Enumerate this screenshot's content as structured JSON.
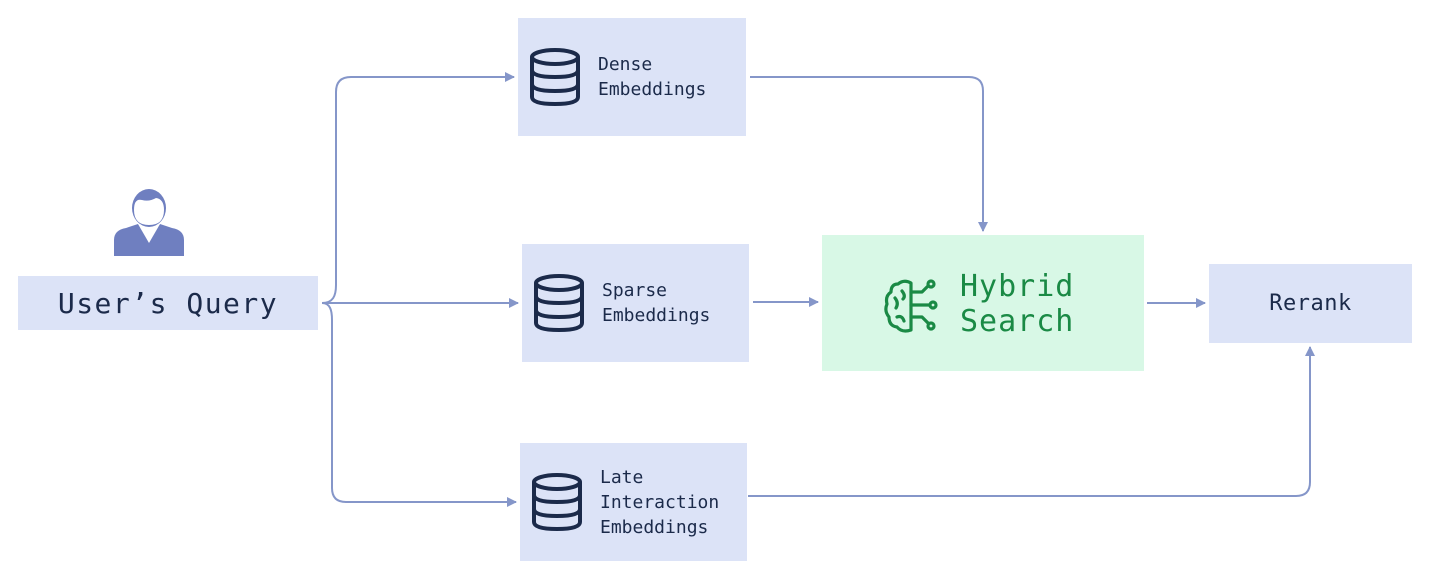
{
  "colors": {
    "box_fill": "#dce3f7",
    "hybrid_fill": "#d8f8e6",
    "hybrid_text": "#1a8a45",
    "arrow": "#8596c9",
    "text": "#1b2a4a",
    "icon_dark": "#1b2a4a",
    "user_icon": "#6f7fc0"
  },
  "query": {
    "label": "User’s Query",
    "icon": "user-icon"
  },
  "embeddings": {
    "dense": {
      "label": "Dense\nEmbeddings",
      "icon": "database-icon"
    },
    "sparse": {
      "label": "Sparse\nEmbeddings",
      "icon": "database-icon"
    },
    "late": {
      "label": "Late\nInteraction\nEmbeddings",
      "icon": "database-icon"
    }
  },
  "hybrid": {
    "label": "Hybrid\nSearch",
    "icon": "brain-circuit-icon"
  },
  "rerank": {
    "label": "Rerank"
  }
}
